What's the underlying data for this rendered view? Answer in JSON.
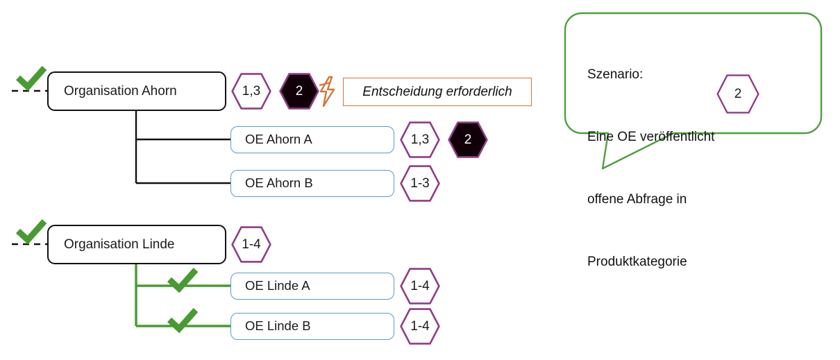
{
  "diagram": {
    "title_hidden": "",
    "colors": {
      "org_border": "#111111",
      "oe_border": "#5b9bc4",
      "hex_stroke": "#8e3d87",
      "hex_fill_dark": "#120008",
      "accent_green": "#4a9a34",
      "accent_orange": "#d2763a",
      "bubble_green": "#4f9e3f",
      "text": "#111111"
    },
    "groups": [
      {
        "id": "ahorn",
        "root": {
          "label": "Organisation Ahorn",
          "check": true,
          "badges": [
            {
              "text": "1,3",
              "style": "outline"
            },
            {
              "text": "2",
              "style": "filled"
            }
          ],
          "flag": {
            "icon": "lightning-bolt-icon",
            "text": "Entscheidung erforderlich"
          }
        },
        "children": [
          {
            "label": "OE Ahorn A",
            "check": false,
            "badges": [
              {
                "text": "1,3",
                "style": "outline"
              },
              {
                "text": "2",
                "style": "filled"
              }
            ]
          },
          {
            "label": "OE Ahorn B",
            "check": false,
            "badges": [
              {
                "text": "1-3",
                "style": "outline"
              }
            ]
          }
        ]
      },
      {
        "id": "linde",
        "root": {
          "label": "Organisation Linde",
          "check": true,
          "badges": [
            {
              "text": "1-4",
              "style": "outline"
            }
          ],
          "flag": null
        },
        "children": [
          {
            "label": "OE Linde A",
            "check": true,
            "badges": [
              {
                "text": "1-4",
                "style": "outline"
              }
            ]
          },
          {
            "label": "OE Linde B",
            "check": true,
            "badges": [
              {
                "text": "1-4",
                "style": "outline"
              }
            ]
          }
        ]
      }
    ],
    "callout": {
      "lines": [
        "Szenario:",
        "Eine OE veröffentlicht",
        "offene Abfrage in",
        "Produktkategorie"
      ],
      "badge": {
        "text": "2",
        "style": "outline"
      }
    }
  }
}
